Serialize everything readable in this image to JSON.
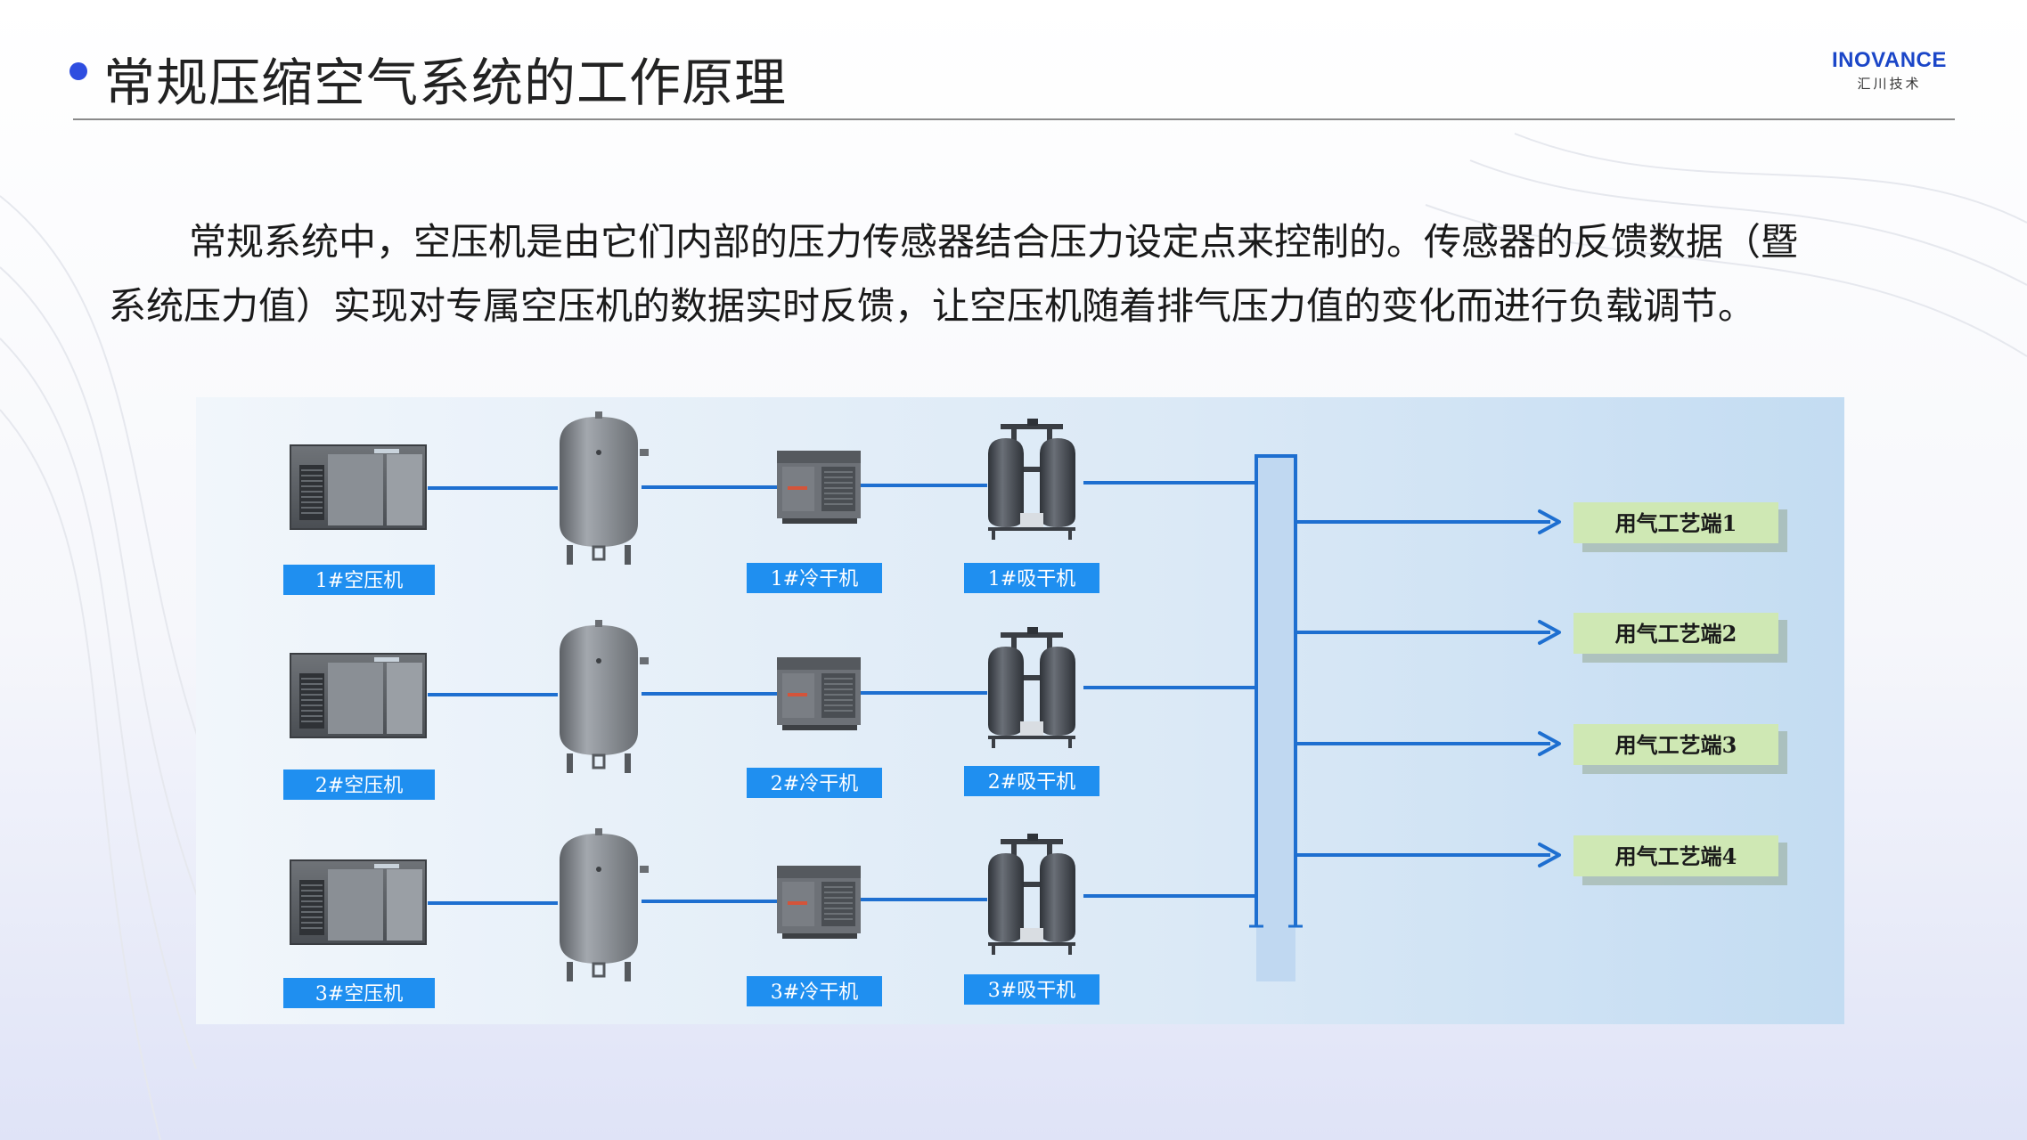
{
  "header": {
    "title": "常规压缩空气系统的工作原理",
    "logo_main": "INOVANCE",
    "logo_sub": "汇川技术"
  },
  "intro": {
    "line1": "常规系统中，空压机是由它们内部的压力传感器结合压力设定点来控制的。传感器的反馈数据（暨",
    "line2": "系统压力值）实现对专属空压机的数据实时反馈，让空压机随着排气压力值的变化而进行负载调节。"
  },
  "diagram": {
    "rows": [
      {
        "compressor": "1#空压机",
        "cold_dryer": "1#冷干机",
        "adsorption_dryer": "1#吸干机"
      },
      {
        "compressor": "2#空压机",
        "cold_dryer": "2#冷干机",
        "adsorption_dryer": "2#吸干机"
      },
      {
        "compressor": "3#空压机",
        "cold_dryer": "3#冷干机",
        "adsorption_dryer": "3#吸干机"
      }
    ],
    "outlets": [
      "用气工艺端1",
      "用气工艺端2",
      "用气工艺端3",
      "用气工艺端4"
    ]
  },
  "colors": {
    "pipe": "#1e6fd0",
    "label_bg": "#1f8ff0",
    "outlet_bg": "#cfe8b4",
    "accent": "#2e4de0"
  },
  "icons": [
    "compressor-icon",
    "air-tank-icon",
    "cold-dryer-icon",
    "adsorption-dryer-icon",
    "arrow-right-icon"
  ]
}
